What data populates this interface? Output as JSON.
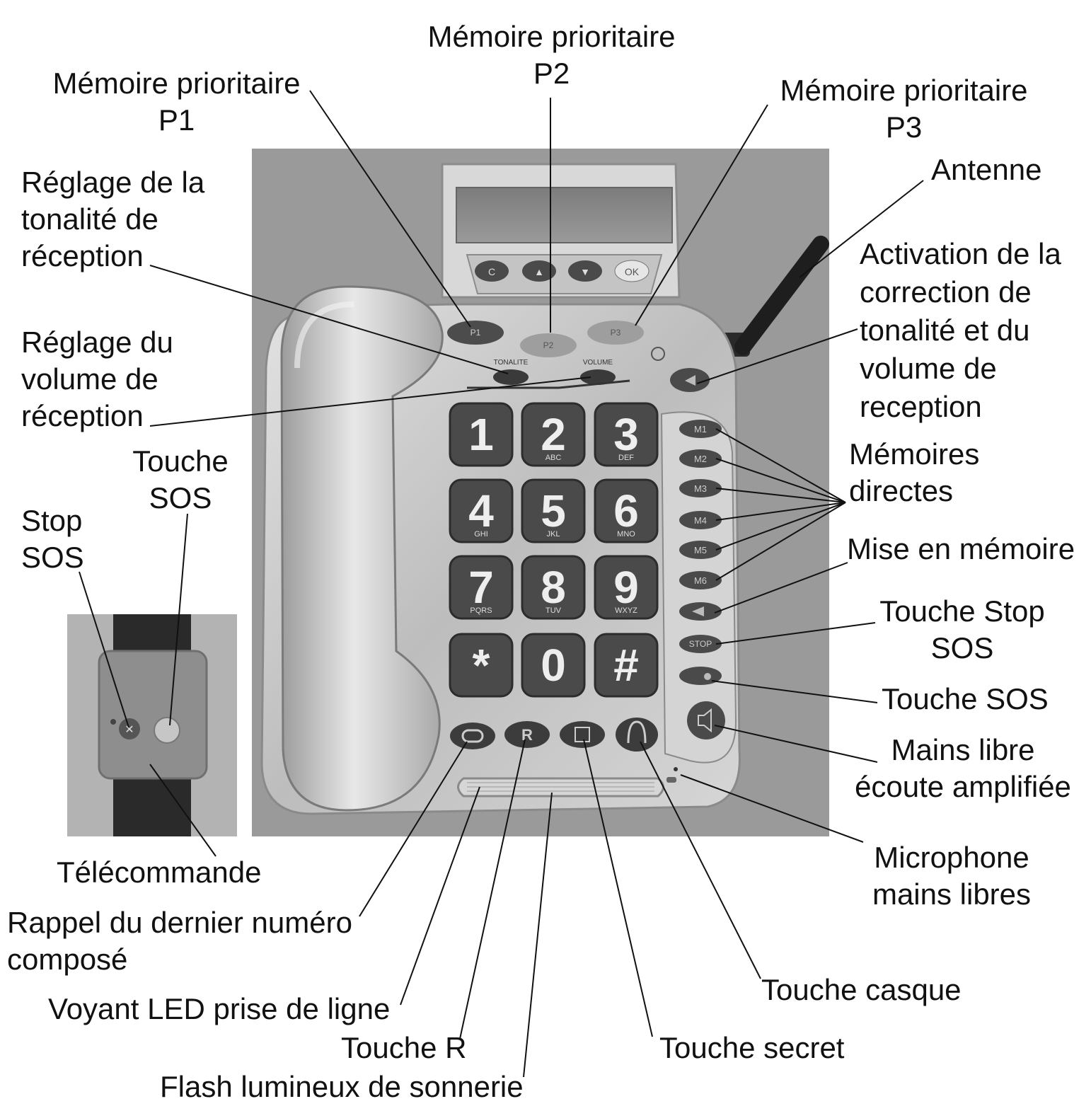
{
  "labels": {
    "p1": "Mémoire prioritaire\nP1",
    "p2": "Mémoire prioritaire\nP2",
    "p3": "Mémoire prioritaire\nP3",
    "antenne": "Antenne",
    "tonalite": "Réglage de la\ntonalité de\nréception",
    "volume": "Réglage du\nvolume de\nréception",
    "activation": "Activation de la\ncorrection de\ntonalité et du\nvolume de\nreception",
    "memoires_directes": "Mémoires\ndirectes",
    "mise_en_memoire": "Mise en mémoire",
    "touche_sos_left": "Touche\nSOS",
    "stop_sos_left": "Stop\nSOS",
    "touche_stop_sos": "Touche Stop\nSOS",
    "touche_sos_right": "Touche SOS",
    "mains_libre": "Mains libre\nécoute amplifiée",
    "microphone": "Microphone\nmains libres",
    "telecommande": "Télécommande",
    "rappel": "Rappel du dernier numéro\ncomposé",
    "voyant": "Voyant LED prise de ligne",
    "touche_r": "Touche R",
    "flash": "Flash lumineux de sonnerie",
    "touche_casque": "Touche casque",
    "touche_secret": "Touche secret"
  },
  "phone": {
    "keys": [
      {
        "digit": "1",
        "letters": ""
      },
      {
        "digit": "2",
        "letters": "ABC"
      },
      {
        "digit": "3",
        "letters": "DEF"
      },
      {
        "digit": "4",
        "letters": "GHI"
      },
      {
        "digit": "5",
        "letters": "JKL"
      },
      {
        "digit": "6",
        "letters": "MNO"
      },
      {
        "digit": "7",
        "letters": "PQRS"
      },
      {
        "digit": "8",
        "letters": "TUV"
      },
      {
        "digit": "9",
        "letters": "WXYZ"
      },
      {
        "digit": "*",
        "letters": ""
      },
      {
        "digit": "0",
        "letters": ""
      },
      {
        "digit": "#",
        "letters": ""
      }
    ],
    "memory_keys": [
      "M1",
      "M2",
      "M3",
      "M4",
      "M5",
      "M6"
    ],
    "stop_key": "STOP",
    "priority_keys": [
      "P1",
      "P2",
      "P3"
    ],
    "tonalite_label": "TONALITE",
    "volume_label": "VOLUME",
    "nav_keys": [
      "C",
      "▲",
      "▼",
      "OK"
    ],
    "recall_key": "R"
  },
  "colors": {
    "background": "#ffffff",
    "photo_bg": "#9a9a9a",
    "body_silver": "#c9c9c9",
    "keys_dark": "#4a4a4a",
    "text": "#111111"
  }
}
